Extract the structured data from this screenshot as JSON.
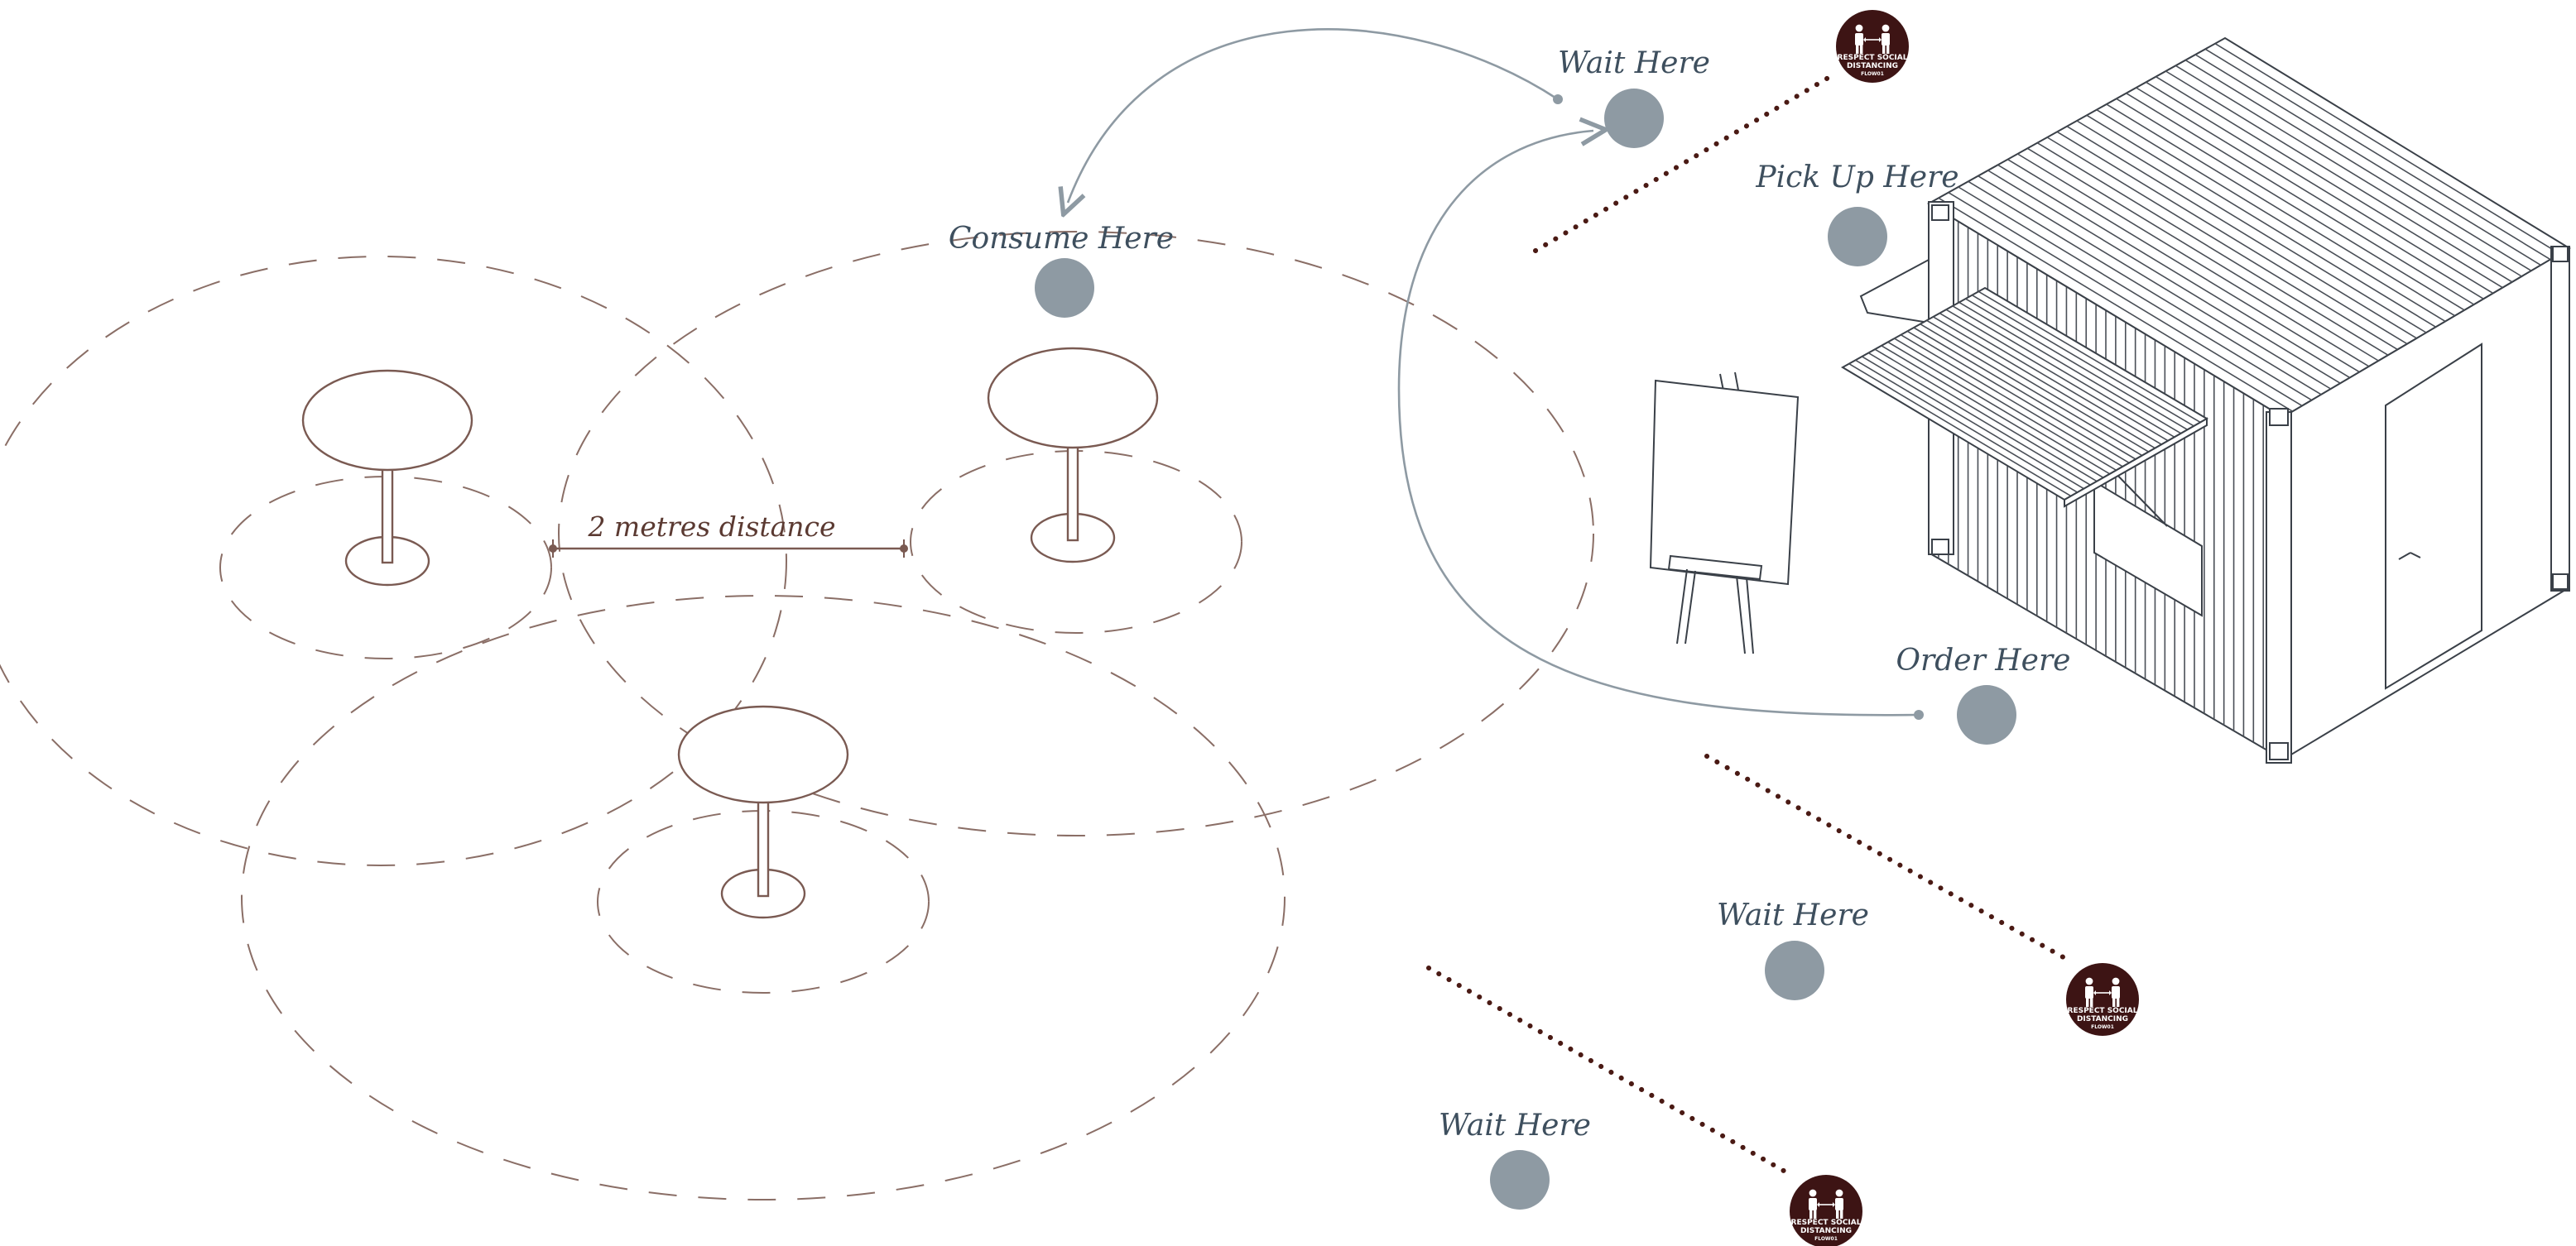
{
  "labels": {
    "wait_top": "Wait Here",
    "pick_up": "Pick Up Here",
    "consume": "Consume Here",
    "order": "Order Here",
    "wait_middle": "Wait Here",
    "wait_bottom": "Wait Here",
    "distance": "2 metres distance"
  },
  "sign": {
    "line1": "RESPECT SOCIAL",
    "line2": "DISTANCING",
    "line3": "FLOW01"
  },
  "colors": {
    "marker_dot": "#8e9aa3",
    "sign_fill": "#3d1414",
    "dotted_line": "#4a1a14",
    "flow_arrow": "#8e9aa3"
  },
  "icons": {
    "sign": "social-distancing-sign-icon",
    "marker": "position-marker-dot"
  }
}
